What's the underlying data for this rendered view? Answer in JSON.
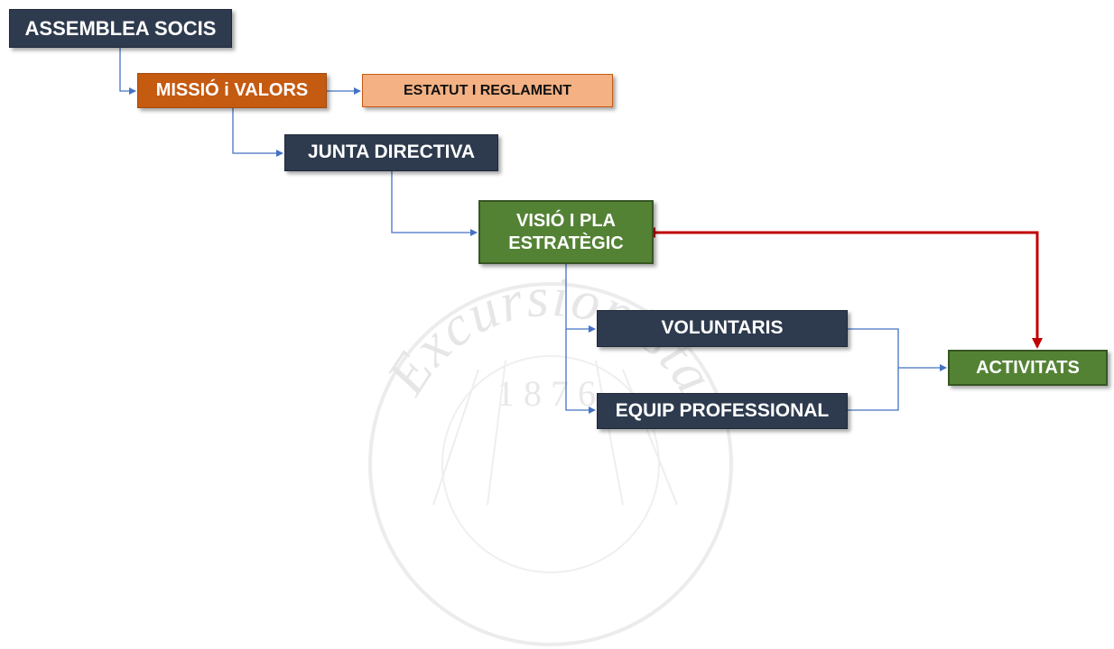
{
  "nodes": {
    "assemblea": "ASSEMBLEA SOCIS",
    "missio": "MISSIÓ i VALORS",
    "estatut": "ESTATUT I REGLAMENT",
    "junta": "JUNTA DIRECTIVA",
    "visio_line1": "VISIÓ I PLA",
    "visio_line2": "ESTRATÈGIC",
    "voluntaris": "VOLUNTARIS",
    "equip": "EQUIP PROFESSIONAL",
    "activitats": "ACTIVITATS"
  },
  "watermark": {
    "arc_text": "Excursionista",
    "year_digits": "1876"
  },
  "colors": {
    "dark_box": "#2e3b4e",
    "orange_box": "#c55a11",
    "peach_box": "#f4b183",
    "green_box": "#548235",
    "connector_blue": "#4472c4",
    "connector_red": "#c00000",
    "watermark": "#ececec"
  }
}
